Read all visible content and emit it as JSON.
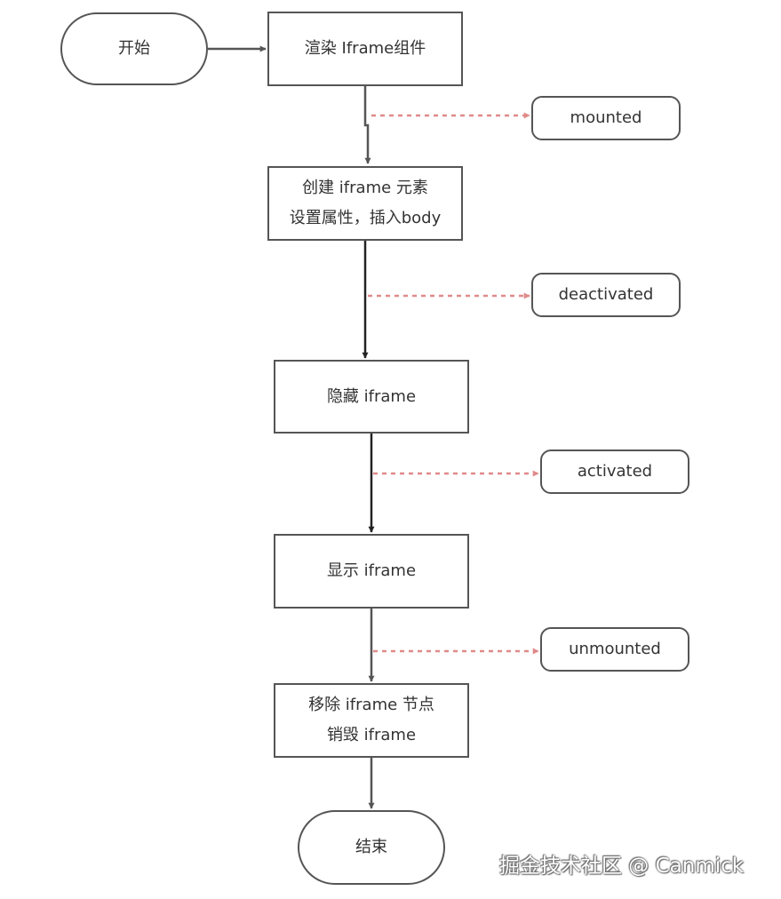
{
  "flow": {
    "start": "开始",
    "render": "渲染 Iframe组件",
    "create": [
      "创建 iframe 元素",
      "设置属性，插入body"
    ],
    "hide": "隐藏 iframe",
    "show": "显示 iframe",
    "remove": [
      "移除 iframe 节点",
      "销毁 iframe"
    ],
    "end": "结束"
  },
  "hooks": {
    "mounted": "mounted",
    "deactivated": "deactivated",
    "activated": "activated",
    "unmounted": "unmounted"
  },
  "watermark": "掘金技术社区 @ Canmick",
  "colors": {
    "stroke": "#555555",
    "dark_arrow": "#222222",
    "hook_arrow": "#e08a8a",
    "text": "#333333"
  }
}
